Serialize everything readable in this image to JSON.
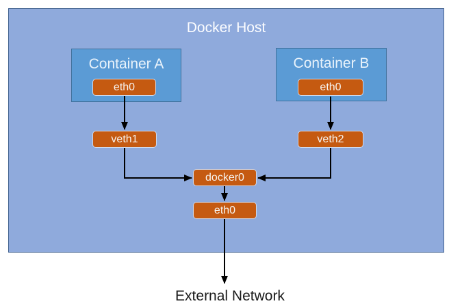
{
  "diagram": {
    "host_label": "Docker Host",
    "container_a_label": "Container A",
    "container_b_label": "Container B",
    "node_eth0_a": "eth0",
    "node_eth0_b": "eth0",
    "node_veth1": "veth1",
    "node_veth2": "veth2",
    "node_docker0": "docker0",
    "node_eth0_host": "eth0",
    "external_label": "External Network"
  },
  "edges": [
    {
      "from": "container-a eth0",
      "to": "veth1"
    },
    {
      "from": "container-b eth0",
      "to": "veth2"
    },
    {
      "from": "veth1",
      "to": "docker0"
    },
    {
      "from": "veth2",
      "to": "docker0"
    },
    {
      "from": "docker0",
      "to": "host eth0"
    },
    {
      "from": "host eth0",
      "to": "External Network"
    }
  ],
  "colors": {
    "host_fill": "#8FAADC",
    "host_border": "#41618F",
    "container_fill": "#5B9BD5",
    "container_border": "#41719C",
    "node_fill": "#C55A11",
    "node_border": "#CFD9EB",
    "arrow": "#000000",
    "light_text": "#FFFFFF",
    "dark_text": "#1A1A1A"
  }
}
